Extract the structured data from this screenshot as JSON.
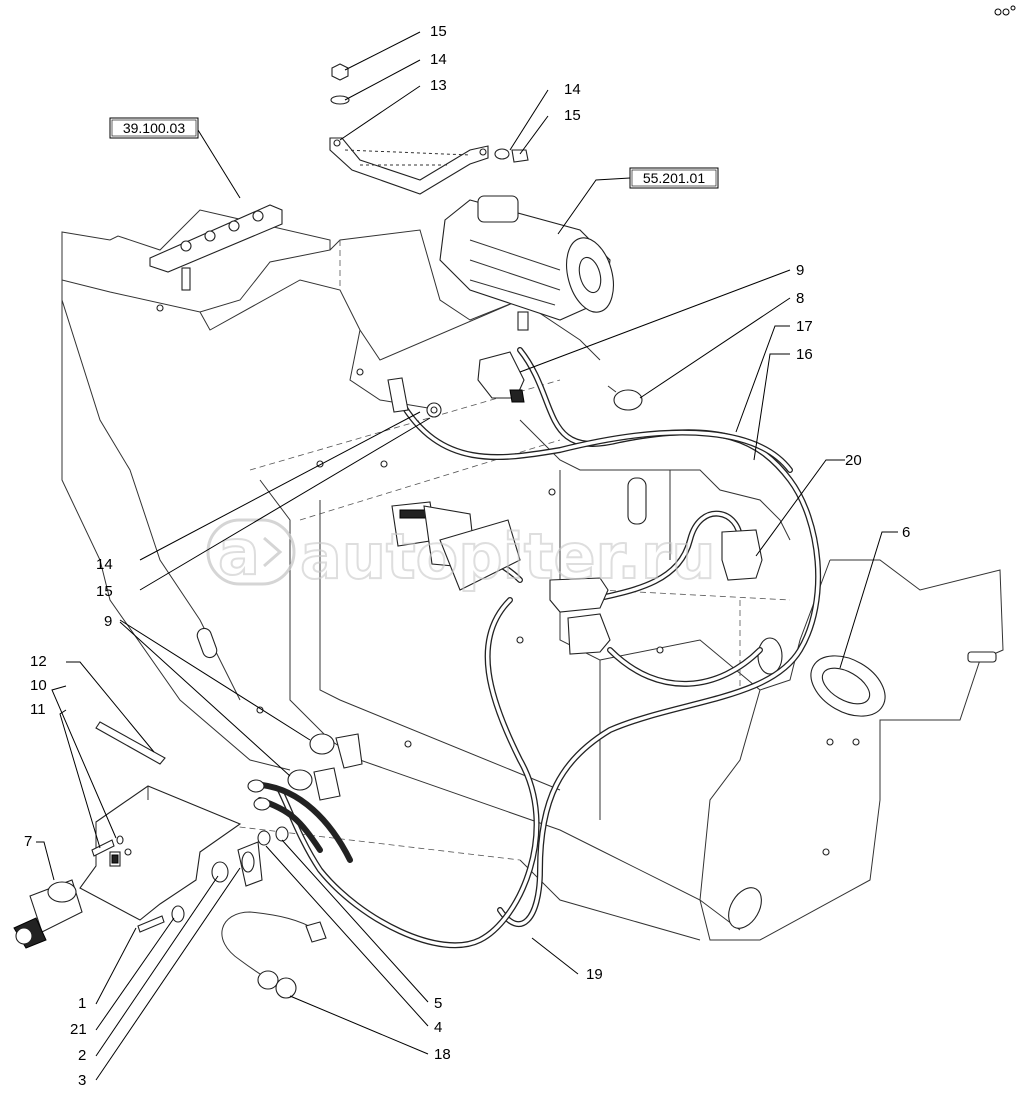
{
  "reference_boxes": [
    {
      "id": "ref-39",
      "text": "39.100.03"
    },
    {
      "id": "ref-55",
      "text": "55.201.01"
    }
  ],
  "callouts": {
    "c15a": "15",
    "c14a": "14",
    "c13": "13",
    "c14b": "14",
    "c15b": "15",
    "c9a": "9",
    "c8": "8",
    "c17": "17",
    "c16": "16",
    "c20": "20",
    "c6": "6",
    "c14c": "14",
    "c15c": "15",
    "c9b": "9",
    "c12": "12",
    "c10": "10",
    "c11": "11",
    "c7": "7",
    "c1": "1",
    "c21": "21",
    "c2": "2",
    "c3": "3",
    "c5": "5",
    "c4": "4",
    "c18": "18",
    "c19": "19"
  },
  "watermark": "autopiter.ru",
  "colors": {
    "ink": "#000000",
    "background": "#ffffff",
    "watermark": "#c8c8c8"
  }
}
